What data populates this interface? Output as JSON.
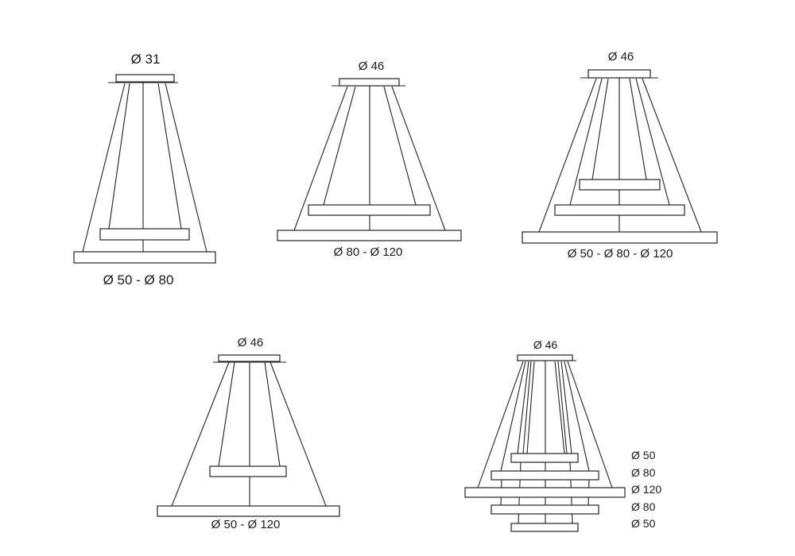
{
  "figures": [
    {
      "name": "two-ring-lamp-31",
      "canopy_label": "Ø 31",
      "size_label": "Ø 50 - Ø 80"
    },
    {
      "name": "two-ring-lamp-80-120",
      "canopy_label": "Ø 46",
      "size_label": "Ø 80 - Ø 120"
    },
    {
      "name": "three-ring-lamp",
      "canopy_label": "Ø 46",
      "size_label": "Ø 50 - Ø 80 - Ø 120"
    },
    {
      "name": "two-ring-lamp-50-120",
      "canopy_label": "Ø 46",
      "size_label": "Ø 50 - Ø 120"
    },
    {
      "name": "five-ring-lamp",
      "canopy_label": "Ø 46",
      "ring_labels": [
        "Ø 50",
        "Ø 80",
        "Ø 120",
        "Ø 80",
        "Ø 50"
      ]
    }
  ]
}
